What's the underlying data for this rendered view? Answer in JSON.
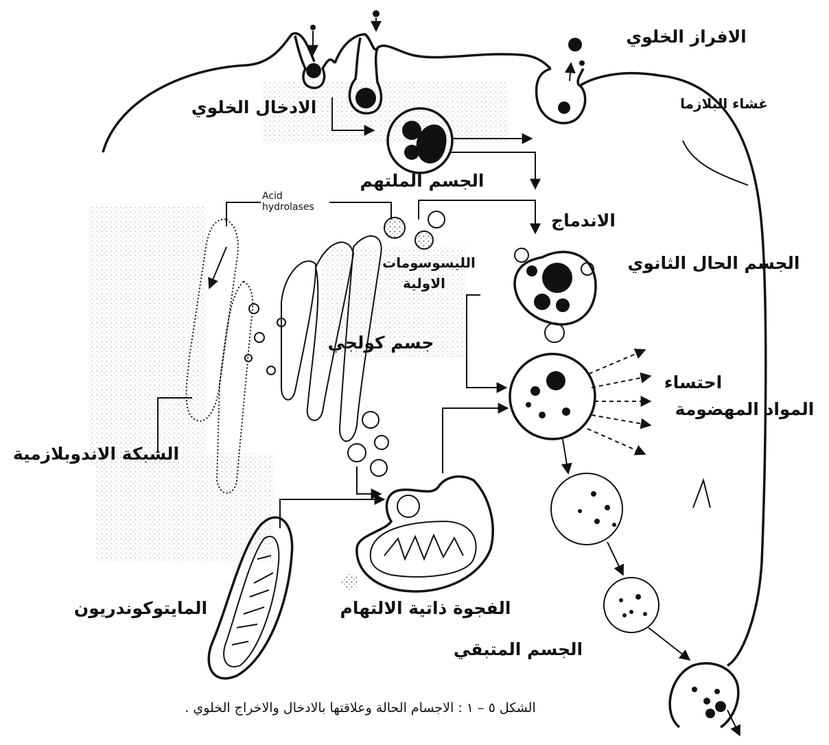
{
  "figure": {
    "labels": {
      "exocytosis": "الافراز الخلوي",
      "plasma_membrane": "غشاء البلازما",
      "endocytosis": "الادخال الخلوي",
      "phagosome": "الجسم الملتهم",
      "acid_hydrolases_line1": "Acid",
      "acid_hydrolases_line2": "hydrolases",
      "fusion": "الاندماج",
      "secondary_lysosome": "الجسم الحال الثانوي",
      "primary_lysosomes_line1": "الليسوسومات",
      "primary_lysosomes_line2": "الاولية",
      "golgi": "جسم كولجي",
      "digested_material_line1": "احتساء",
      "digested_material_line2": "المواد المهضومة",
      "er": "الشبكة الاندوبلازمية",
      "mitochondrion": "المايتوكوندريون",
      "autophagic_vacuole": "الفجوة ذاتية الالتهام",
      "residual_body": "الجسم المتبقي"
    },
    "caption": "الشكل ٥ – ١ : الاجسام الحالة وعلاقتها بالادخال والاخراج الخلوي ."
  }
}
